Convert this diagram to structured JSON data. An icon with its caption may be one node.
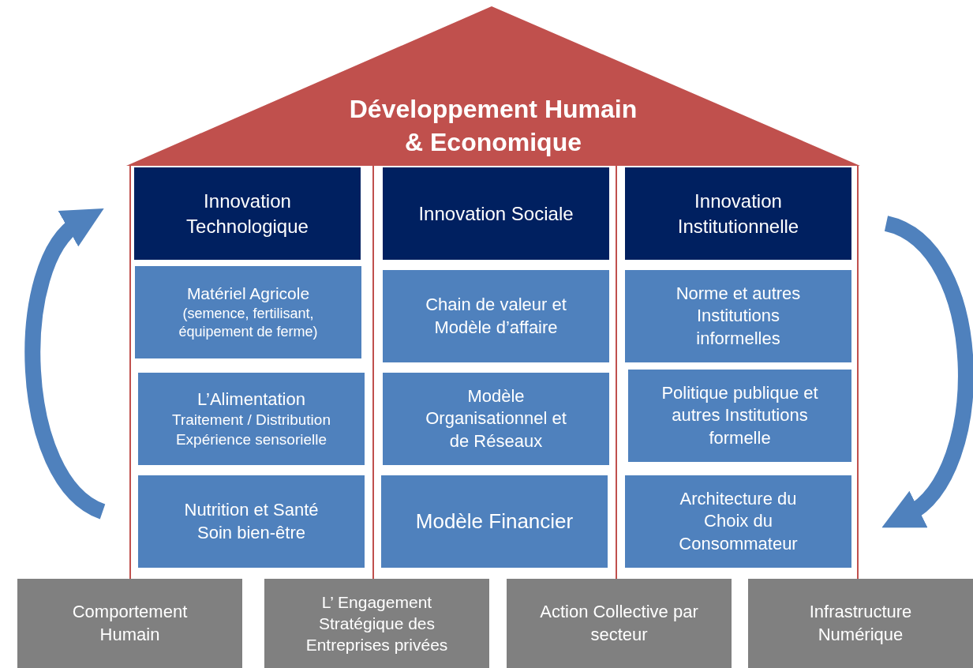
{
  "diagram": {
    "nodes": [
      {
        "text": [
          "Développement Humain & Economique"
        ]
      },
      {
        "text": [
          "Innovation Technologique"
        ]
      },
      {
        "text": [
          "Innovation Sociale"
        ]
      },
      {
        "text": [
          "Innovation Institutionnelle"
        ]
      },
      {
        "text": [
          "Matériel Agricole",
          "(semence, fertilisant, équipement de ferme)"
        ]
      },
      {
        "text": [
          "Chain de valeur et Modèle d’affaire"
        ]
      },
      {
        "text": [
          "Norme et autres Institutions informelles"
        ]
      },
      {
        "text": [
          "L’Alimentation",
          "Traitement / Distribution Expérience sensorielle"
        ]
      },
      {
        "text": [
          "Modèle Organisationnel et de Réseaux"
        ]
      },
      {
        "text": [
          "Politique publique et autres Institutions formelle"
        ]
      },
      {
        "text": [
          "Nutrition et Santé Soin bien-être"
        ]
      },
      {
        "text": [
          "Modèle Financier"
        ]
      },
      {
        "text": [
          "Architecture du Choix du Consommateur"
        ]
      },
      {
        "text": [
          "Comportement Humain"
        ]
      },
      {
        "text": [
          "L’ Engagement Stratégique des Entreprises privées"
        ]
      },
      {
        "text": [
          "Action Collective par secteur"
        ]
      },
      {
        "text": [
          "Infrastructure Numérique"
        ]
      }
    ],
    "edges": []
  }
}
